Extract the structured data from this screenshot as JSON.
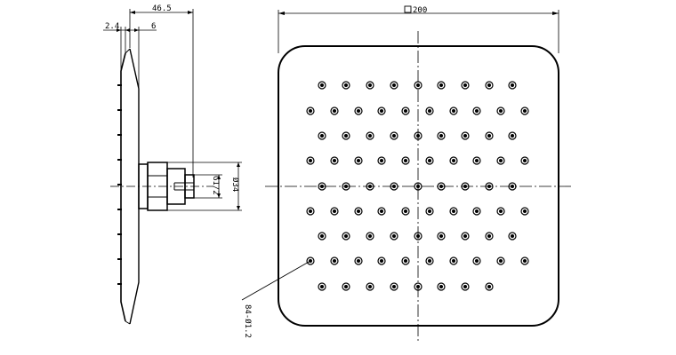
{
  "drawing": {
    "side_view": {
      "dim_total_depth": "46.5",
      "dim_plate_thickness": "2.4",
      "dim_plate_gap": "6",
      "dim_thread": "G1/2",
      "dim_connector_diameter": "Ø34"
    },
    "front_view": {
      "dim_square_size": "200",
      "nozzle_callout": "84-Ø1.2",
      "nozzle_count": 84
    }
  }
}
